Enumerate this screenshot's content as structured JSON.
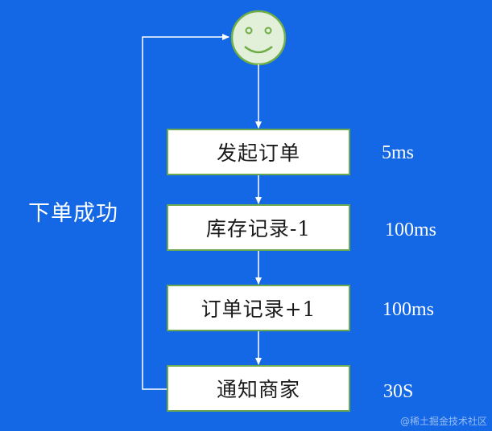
{
  "flow": {
    "steps": [
      {
        "label": "发起订单",
        "time": "5ms"
      },
      {
        "label": "库存记录-1",
        "time": "100ms"
      },
      {
        "label": "订单记录+1",
        "time": "100ms"
      },
      {
        "label": "通知商家",
        "time": "30S"
      }
    ],
    "loop_label": "下单成功"
  },
  "watermark": "@稀土掘金技术社区",
  "colors": {
    "background": "#1468e6",
    "box_fill": "#ffffff",
    "box_border": "#6aa84f",
    "face_fill": "#e2efd9",
    "face_stroke": "#70ad47",
    "arrow": "#ffffff"
  }
}
